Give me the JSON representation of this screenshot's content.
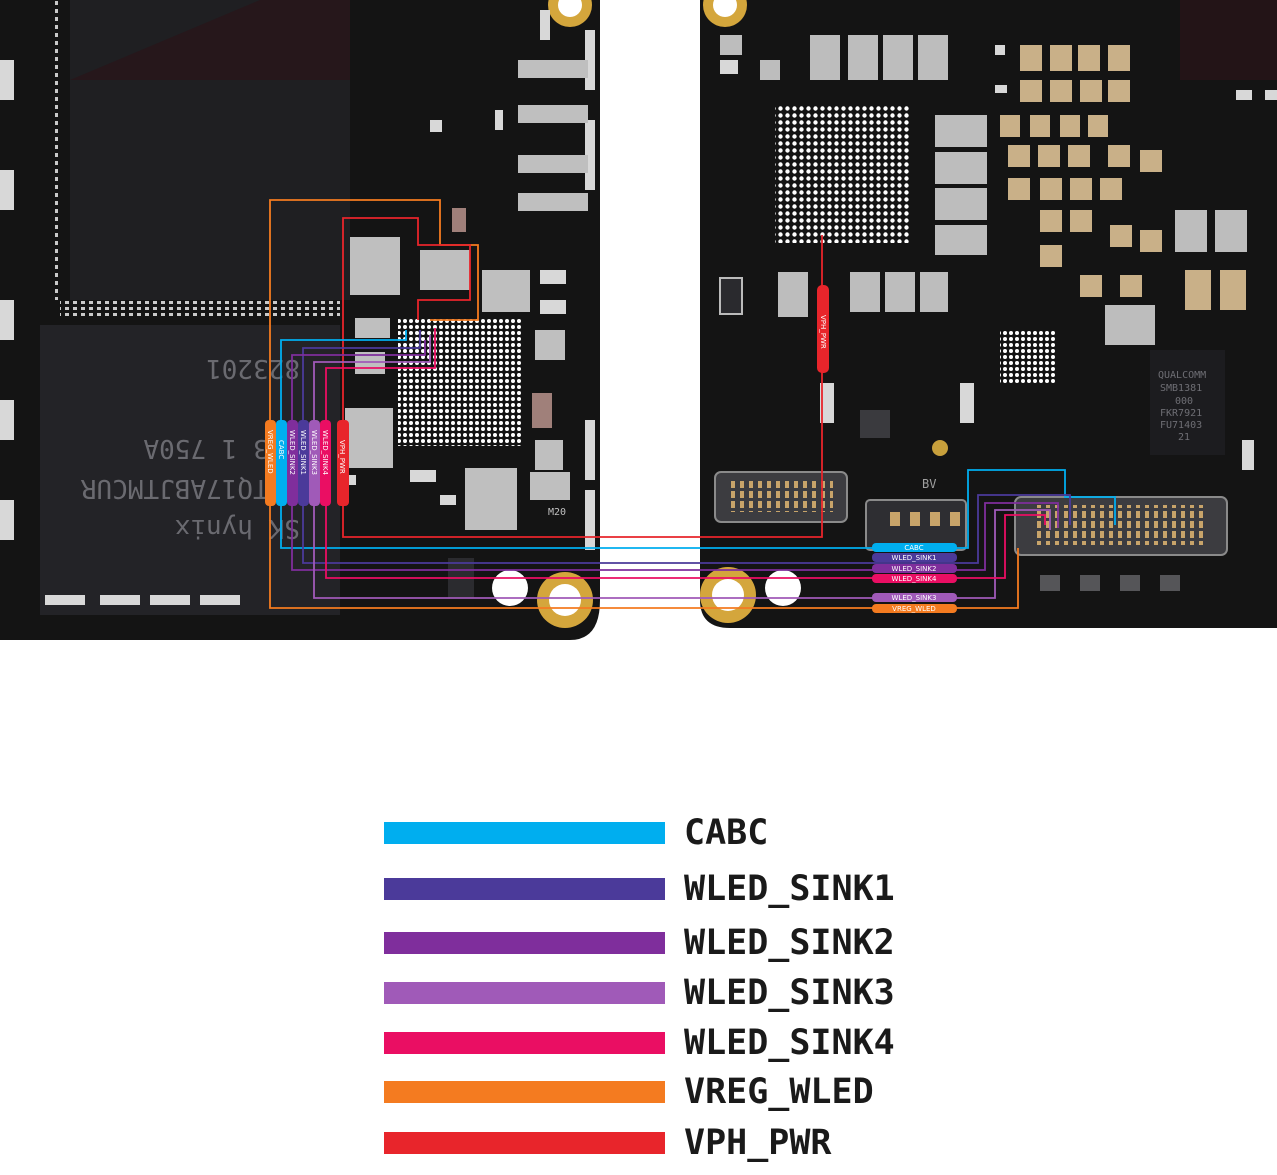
{
  "board": {
    "left_labels": [
      "VREG_WLED",
      "CABC",
      "WLED_SINK2",
      "WLED_SINK1",
      "WLED_SINK3",
      "WLED_SINK4",
      "VPH_PWR"
    ],
    "right_labels": [
      "CABC",
      "WLED_SINK1",
      "WLED_SINK2",
      "WLED_SINK4",
      "WLED_SINK3",
      "VREG_WLED"
    ],
    "vph_label": "VPH_PWR",
    "memory_text": [
      "SK hynix",
      "H9TQ17ABJTMCUR",
      "AQ3 1 750A",
      "823201"
    ],
    "pmic_text": [
      "QUALCOMM",
      "SMB1381",
      "000",
      "FKR7921",
      "FU71403",
      "21"
    ],
    "chip_mark": "M20",
    "batt_mark": "BV"
  },
  "legend": {
    "items": [
      {
        "label": "CABC",
        "color": "#00aeef"
      },
      {
        "label": "WLED_SINK1",
        "color": "#4b3a9a"
      },
      {
        "label": "WLED_SINK2",
        "color": "#7f2e9c"
      },
      {
        "label": "WLED_SINK3",
        "color": "#a05ab8"
      },
      {
        "label": "WLED_SINK4",
        "color": "#ea0e63"
      },
      {
        "label": "VREG_WLED",
        "color": "#f47b20"
      },
      {
        "label": "VPH_PWR",
        "color": "#e8252b"
      }
    ]
  }
}
